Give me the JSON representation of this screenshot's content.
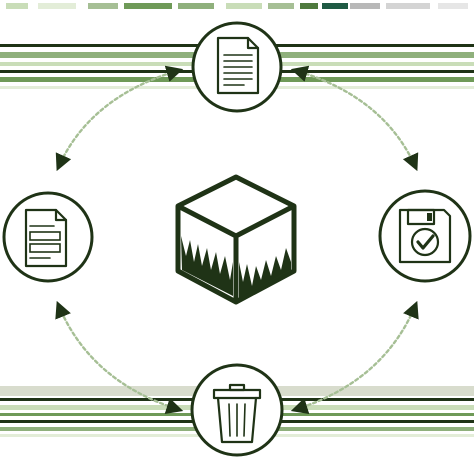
{
  "colors": {
    "ink": "#1f3316",
    "accent_green": "#6f9a58",
    "light_green": "#c9ddb8",
    "pale_green": "#e3edd8",
    "flow_arrow": "#a6bf95",
    "flow_arrow_head": "#1f3316"
  },
  "diagram": {
    "center": {
      "icon": "cube-icon"
    },
    "nodes": [
      {
        "id": "top",
        "icon": "document-icon"
      },
      {
        "id": "right",
        "icon": "floppy-disk-check-icon"
      },
      {
        "id": "bottom",
        "icon": "trash-can-icon"
      },
      {
        "id": "left",
        "icon": "form-document-icon"
      }
    ],
    "flows": [
      {
        "from": "left",
        "to": "top"
      },
      {
        "from": "top",
        "to": "right"
      },
      {
        "from": "right",
        "to": "bottom"
      },
      {
        "from": "bottom",
        "to": "left"
      }
    ]
  }
}
